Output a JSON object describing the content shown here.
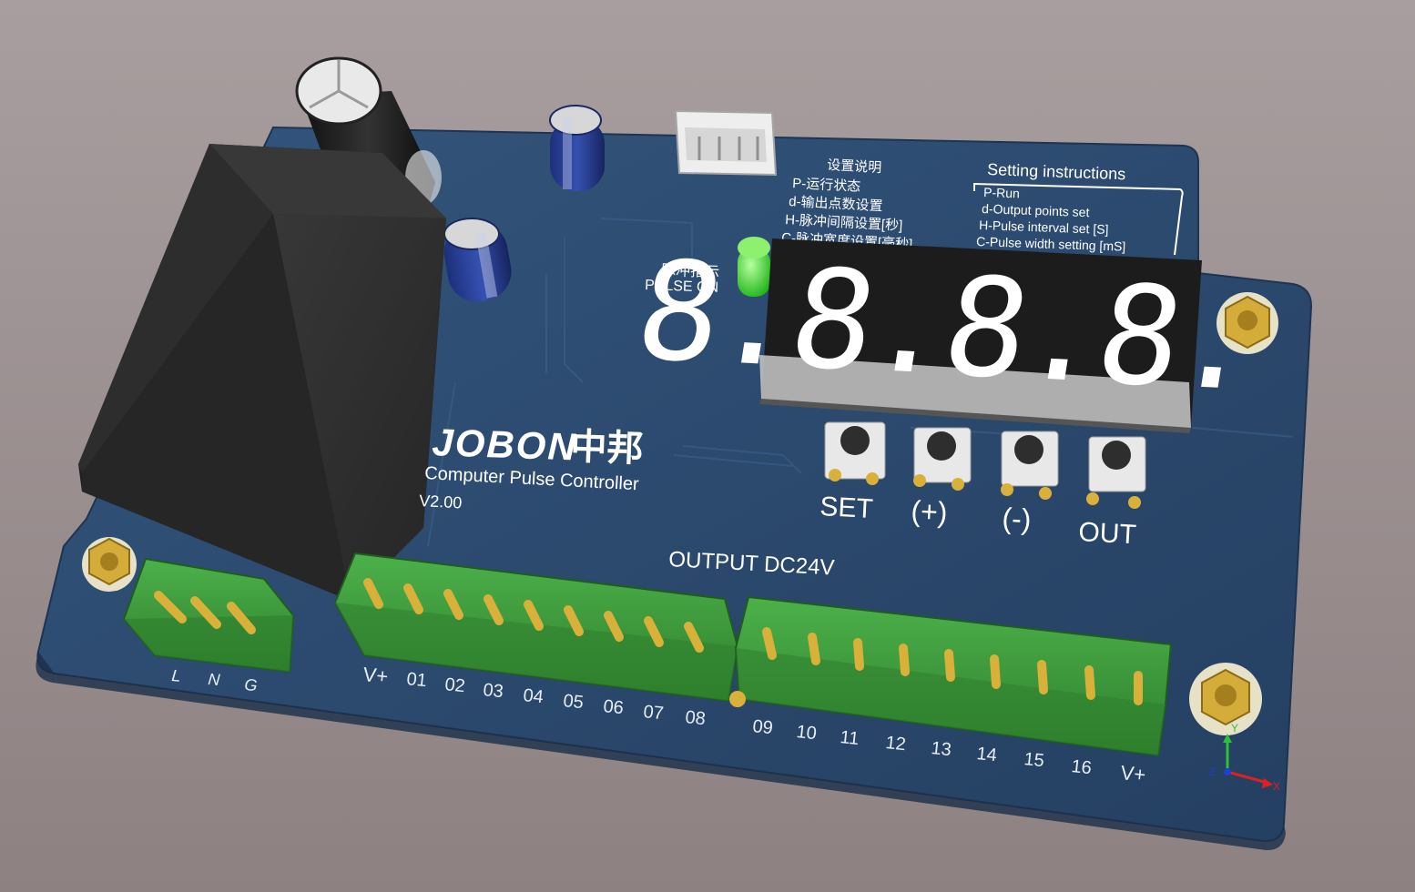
{
  "board": {
    "brand_latin": "JOBON",
    "brand_cn": "中邦",
    "product_name": "Computer Pulse Controller",
    "version": "V2.00",
    "output_label": "OUTPUT  DC24V"
  },
  "instructions_cn": {
    "title": "设置说明",
    "lines": [
      "P-运行状态",
      "d-输出点数设置",
      "H-脉冲间隔设置[秒]",
      "C-脉冲宽度设置[毫秒]"
    ]
  },
  "instructions_en": {
    "title": "Setting instructions",
    "lines": [
      "P-Run",
      "d-Output points set",
      "H-Pulse interval set [S]",
      "C-Pulse width setting [mS]"
    ]
  },
  "pulse_indicator": {
    "label_cn": "脉冲指示",
    "label_en": "PULSE ON",
    "led_color": "#35d42f"
  },
  "display": {
    "digits": "8.8.8.8."
  },
  "buttons": {
    "set": "SET",
    "plus": "(+)",
    "minus": "(-)",
    "out": "OUT"
  },
  "power_terminal": [
    "L",
    "N",
    "G"
  ],
  "terminal_left": [
    "V+",
    "01",
    "02",
    "03",
    "04",
    "05",
    "06",
    "07",
    "08"
  ],
  "terminal_right": [
    "09",
    "10",
    "11",
    "12",
    "13",
    "14",
    "15",
    "16",
    "V+"
  ],
  "axes": {
    "x": "X",
    "y": "Y",
    "z": "Z"
  },
  "colors": {
    "pcb": "#2c4a6e",
    "terminal_green": "#3c9a3a",
    "relay_black": "#2a2a2a",
    "pin_gold": "#d9b03a"
  }
}
